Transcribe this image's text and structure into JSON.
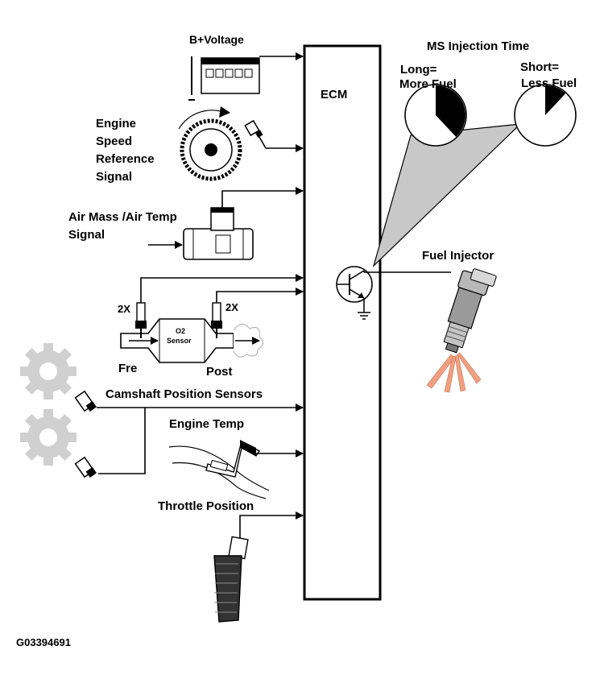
{
  "labels": {
    "b_voltage": "B+Voltage",
    "engine_speed_1": "Engine",
    "engine_speed_2": "Speed",
    "engine_speed_3": "Reference",
    "engine_speed_4": "Signal",
    "air_mass_1": "Air Mass /Air Temp",
    "air_mass_2": "Signal",
    "o2_sensor_1": "O2",
    "o2_sensor_2": "Sensor",
    "two_x_left": "2X",
    "two_x_right": "2X",
    "pre": "Fre",
    "post": "Post",
    "camshaft": "Camshaft Position Sensors",
    "engine_temp": "Engine Temp",
    "throttle": "Throttle Position",
    "ecm": "ECM",
    "ms_injection_time": "MS Injection Time",
    "long_1": "Long=",
    "long_2": "More Fuel",
    "short_1": "Short=",
    "short_2": "Less Fuel",
    "fuel_injector": "Fuel Injector",
    "figure_id": "G03394691"
  },
  "pulse_widths": {
    "long_fraction": 0.38,
    "short_fraction": 0.12
  },
  "colors": {
    "line": "#000000",
    "beam": "#c8c8c8",
    "injector_body": "#b8b8b8",
    "spray": "#f0a080",
    "gear_faded": "#d0d0d0"
  }
}
